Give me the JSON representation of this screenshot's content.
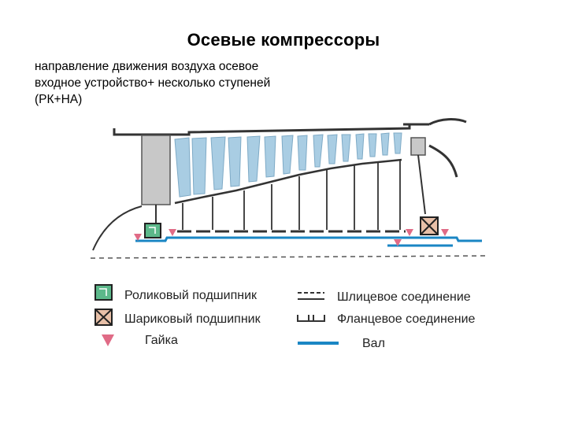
{
  "title": "Осевые компрессоры",
  "description": {
    "line1": "направление движения воздуха осевое",
    "line2": "входное устройство+ несколько ступеней",
    "line3": "(РК+НА)"
  },
  "legend": {
    "roller_bearing": "Роликовый подшипник",
    "ball_bearing": "Шариковый подшипник",
    "nut": "Гайка",
    "spline_joint": "Шлицевое соединение",
    "flange_joint": "Фланцевое соединение",
    "shaft": "Вал"
  },
  "colors": {
    "blade": "#a9cde3",
    "shaft": "#1a86c4",
    "nut": "#e06b86",
    "roller_bearing": "#5cb88a",
    "ball_bearing": "#e8c0a8",
    "strut": "#c8c8c8"
  },
  "icons": [
    "roller-bearing-icon",
    "ball-bearing-icon",
    "nut-icon",
    "spline-joint-icon",
    "flange-joint-icon",
    "shaft-icon"
  ]
}
